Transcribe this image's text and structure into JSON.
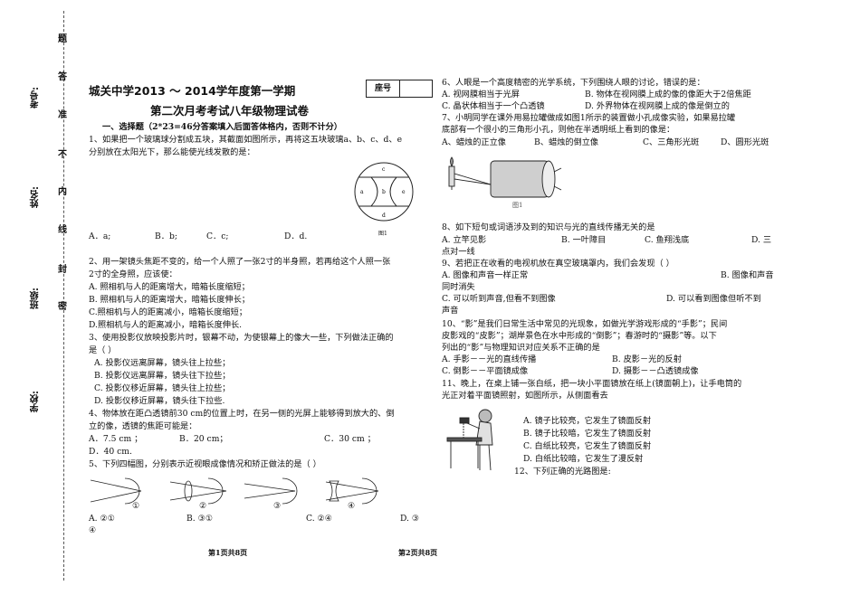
{
  "margin": {
    "seal_chars": [
      "题",
      "答",
      "准",
      "不",
      "内",
      "线",
      "封",
      "密"
    ],
    "fields": [
      "考号:",
      "姓名:",
      "班级:",
      "学校:"
    ]
  },
  "header": {
    "school": "城关中学2013 ～ 2014学年度第一学期",
    "title": "第二次月考考试八年级物理试卷",
    "seat_label": "座号"
  },
  "left": {
    "section": "一、选择题（2*23=46分答案填入后面答体格内，否则不计分）",
    "lines": [
      "1、如果把一个玻璃球分割成五块，其截面如图所示，再将这五块玻璃a、b、c、d、e",
      "分别放在太阳光下，那么能使光线发散的是："
    ],
    "q1_opts": [
      "A．a;",
      "B．b;",
      "C．c;",
      "D．d."
    ],
    "fig1_caption": "图1",
    "q2": [
      "2、用一架镜头焦距不变的，给一个人照了一张2寸的半身照，若再给这个人照一张",
      "2寸的全身照，应该使：",
      "A. 照相机与人的距离增大，暗箱长度缩短；",
      "B. 照相机与人的距离增大，暗箱长度伸长；",
      "C.照相机与人的距离减小，暗箱长度缩短；",
      "D.照相机与人的距离减小，暗箱长度伸长."
    ],
    "q3": [
      "3、使用投影仪放映投影片时，银幕不动，为使银幕上的像大一些，下列做法正确的",
      "是（       ）",
      "A. 投影仪远离屏幕，镜头往上拉些；",
      "B. 投影仪远离屏幕，镜头往下拉些；",
      "C. 投影仪移近屏幕，镜头往上拉些；",
      "D. 投影仪移近屏幕，镜头往下拉些."
    ],
    "q4": [
      "4、物体放在距凸透镜前30 cm的位置上时，在另一侧的光屏上能够得到放大的、倒",
      "立的像，透镜的焦距可能是："
    ],
    "q4_opts": [
      "A．7.5 cm ；",
      "B．20 cm；",
      "C．30 cm ；",
      "D．40 cm."
    ],
    "q5": "5、下列四幅图，分别表示近视眼成像情况和矫正做法的是（       ）",
    "q5_figs": [
      "①",
      "②",
      "③",
      "④"
    ],
    "q5_opts": [
      "A. ②①",
      "B. ③①",
      "C. ②④",
      "D. ③"
    ],
    "q5_cont": "④",
    "footer": "第1页共8页"
  },
  "right": {
    "q6": [
      "6、人眼是一个高度精密的光学系统，下列围绕人眼的讨论，错误的是：",
      "A. 视网膜相当于光屏",
      "B. 物体在视网膜上成的像的像距大于2倍焦距",
      "C. 晶状体相当于一个凸透镜",
      "D. 外界物体在视网膜上成的像是倒立的"
    ],
    "q7": [
      "7、小明同学在课外用易拉罐做成如图1所示的装置做小孔成像实验，如果易拉罐",
      "底部有一个很小的三角形小孔，则他在半透明纸上看到的像是："
    ],
    "q7_opts": [
      "A、蜡烛的正立像",
      "B、蜡烛的倒立像",
      "C、三角形光斑",
      "D、圆形光斑"
    ],
    "fig_caption": "图1",
    "q8": [
      "8、如下短句或词语涉及到的知识与光的直线传播无关的是",
      "A. 立竿见影",
      "B. 一叶障目",
      "C. 鱼翔浅底",
      "D. 三",
      "点对一线"
    ],
    "q9": [
      "9、若把正在收看的电视机放在真空玻璃罩内，我们会发现（         ）",
      "A. 图像和声音一样正常",
      "B. 图像和声音",
      "同时消失",
      "C. 可以听到声音,但看不到图像",
      "D. 可以看到图像但听不到",
      "声音"
    ],
    "q10": [
      "10、“影”是我们日常生活中常见的光现象，如做光学游戏形成的“手影”；民间",
      "皮影戏的“皮影”；湖岸景色在水中形成的“倒影”；春游时的“摄影”等。以下",
      "列出的“影”与物理知识对应关系不正确的是",
      "A. 手影－－光的直线传播",
      "B. 皮影－光的反射",
      "C. 倒影－－平面镜成像",
      "D. 摄影－－凸透镜成像"
    ],
    "q11": [
      "11、晚上，在桌上铺一张白纸，把一块小平面镜放在纸上(镜面朝上)，让手电筒的",
      "光正对着平面镜照射，如图所示，从侧面看去"
    ],
    "q11_opts": [
      "A. 镜子比较亮，它发生了镜面反射",
      "B. 镜子比较暗，它发生了镜面反射",
      "C. 白纸比较亮，它发生了镜面反射",
      "D. 白纸比较暗，它发生了漫反射"
    ],
    "q12": "12、下列正确的光路图是:",
    "footer": "第2页共8页"
  }
}
